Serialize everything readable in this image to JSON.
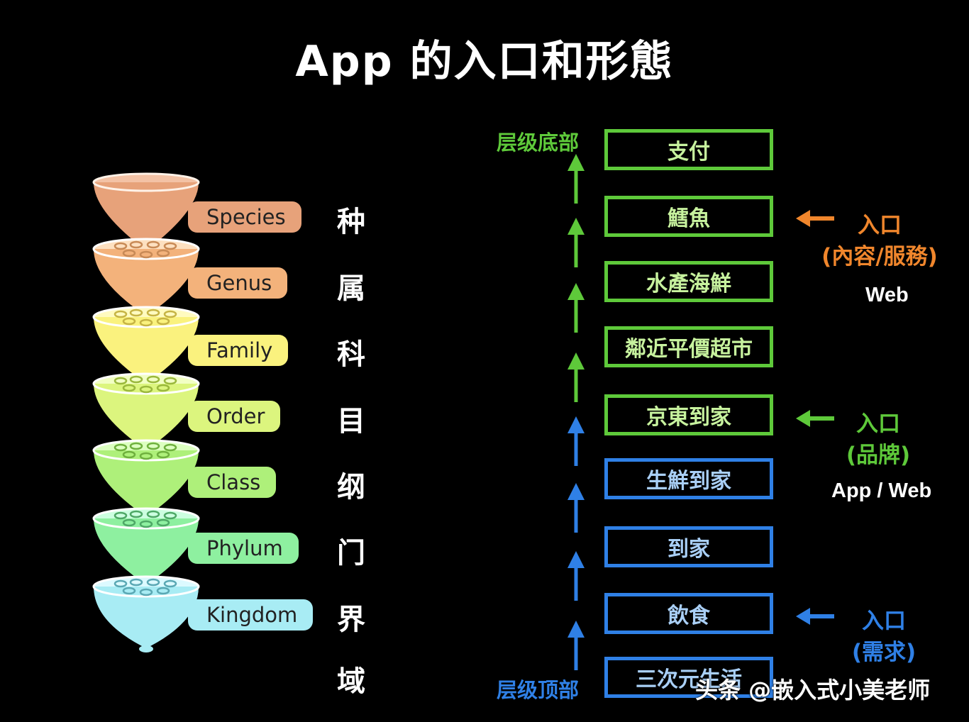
{
  "title": "App 的入口和形態",
  "taxonomy": {
    "levels": [
      {
        "en": "Species",
        "cn": "种",
        "color": "#e7a27a"
      },
      {
        "en": "Genus",
        "cn": "属",
        "color": "#f3b27b"
      },
      {
        "en": "Family",
        "cn": "科",
        "color": "#faf27e"
      },
      {
        "en": "Order",
        "cn": "目",
        "color": "#dcf57e"
      },
      {
        "en": "Class",
        "cn": "纲",
        "color": "#aef07a"
      },
      {
        "en": "Phylum",
        "cn": "门",
        "color": "#8ef0a0"
      },
      {
        "en": "Kingdom",
        "cn": "界",
        "color": "#a8ecf4"
      }
    ],
    "extra_cn": "域"
  },
  "hierarchy": {
    "top_label": "层级底部",
    "bottom_label": "层级顶部",
    "boxes": [
      {
        "text": "支付",
        "color": "green"
      },
      {
        "text": "鱈魚",
        "color": "green"
      },
      {
        "text": "水產海鮮",
        "color": "green"
      },
      {
        "text": "鄰近平價超市",
        "color": "green"
      },
      {
        "text": "京東到家",
        "color": "green"
      },
      {
        "text": "生鮮到家",
        "color": "blue"
      },
      {
        "text": "到家",
        "color": "blue"
      },
      {
        "text": "飲食",
        "color": "blue"
      },
      {
        "text": "三次元生活",
        "color": "blue"
      }
    ]
  },
  "entries": [
    {
      "label": "入口",
      "sub": "(內容/服務)",
      "platform": "Web",
      "color": "#f0862c"
    },
    {
      "label": "入口",
      "sub": "(品牌)",
      "platform": "App / Web",
      "color": "#5ec93a"
    },
    {
      "label": "入口",
      "sub": "(需求)",
      "platform": "",
      "color": "#2f80e6"
    }
  ],
  "colors": {
    "green": "#5ec93a",
    "blue": "#2f80e6",
    "orange": "#f0862c"
  },
  "watermark": "头条 @嵌入式小美老师"
}
